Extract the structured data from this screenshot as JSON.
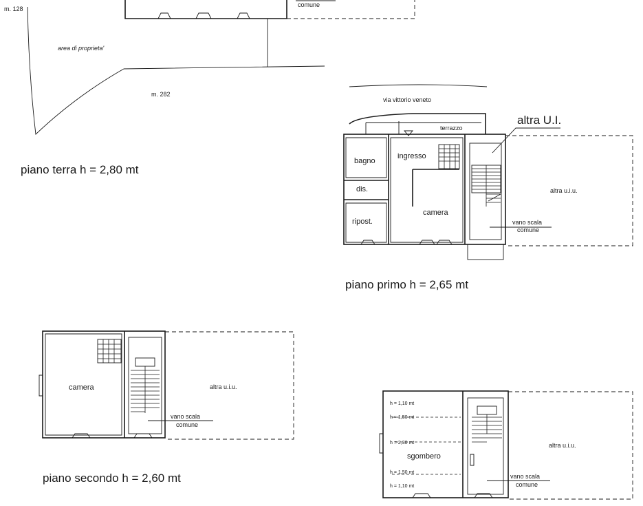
{
  "site": {
    "label_m128": "m. 128",
    "label_area": "area di proprieta'",
    "label_m282": "m. 282",
    "label_comune_top": "comune"
  },
  "ground_floor": {
    "caption": "piano terra h = 2,80 mt"
  },
  "first_floor": {
    "street": "via  vittorio   veneto",
    "terrace": "terrazzo",
    "other_unit_callout": "altra U.I.",
    "rooms": {
      "bagno": "bagno",
      "ingresso": "ingresso",
      "dis": "dis.",
      "camera": "camera",
      "ripost": "ripost."
    },
    "other_unit": "altra u.i.u.",
    "stair_label_1": "vano scala",
    "stair_label_2": "comune",
    "caption": "piano primo h = 2,65 mt"
  },
  "second_floor": {
    "camera": "camera",
    "other_unit": "altra u.i.u.",
    "stair_label_1": "vano scala",
    "stair_label_2": "comune",
    "caption": "piano secondo h = 2,60 mt"
  },
  "attic": {
    "heights": [
      "h = 1,10 mt",
      "h = 1,50 mt",
      "h = 2,30 mt",
      "h = 1,50 mt",
      "h = 1,10 mt"
    ],
    "sgombero": "sgombero",
    "other_unit": "altra u.i.u.",
    "stair_label_1": "vano scala",
    "stair_label_2": "comune"
  }
}
